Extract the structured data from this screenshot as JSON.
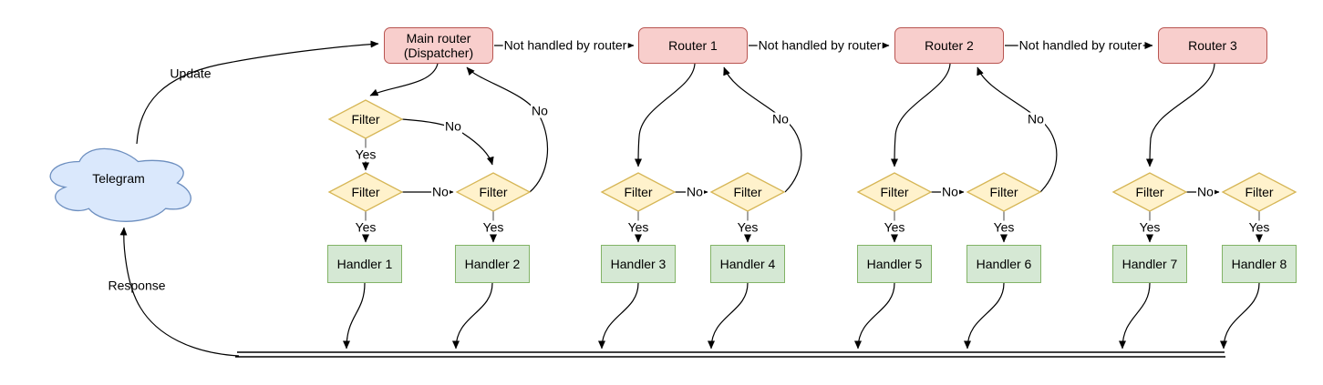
{
  "diagram": {
    "cloud": {
      "label": "Telegram"
    },
    "dispatcher": {
      "line1": "Main router",
      "line2": "(Dispatcher)"
    },
    "routers": [
      "Router 1",
      "Router 2",
      "Router 3"
    ],
    "handlers": [
      "Handler 1",
      "Handler 2",
      "Handler 3",
      "Handler 4",
      "Handler 5",
      "Handler 6",
      "Handler 7",
      "Handler 8"
    ],
    "filter_label": "Filter",
    "labels": {
      "update": "Update",
      "response": "Response",
      "not_handled": "Not handled by router",
      "yes": "Yes",
      "no": "No"
    },
    "colors": {
      "router_fill": "#f8cecc",
      "router_stroke": "#b85450",
      "filter_fill": "#fff2cc",
      "filter_stroke": "#d6b656",
      "handler_fill": "#d5e8d4",
      "handler_stroke": "#82b366",
      "cloud_fill": "#dae8fc",
      "cloud_stroke": "#6c8ebf",
      "line": "#000000"
    }
  }
}
